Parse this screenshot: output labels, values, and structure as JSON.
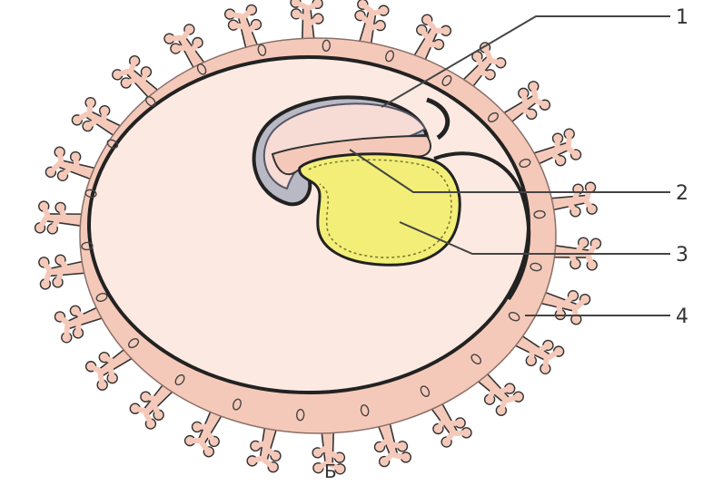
{
  "labels": [
    {
      "text": "1"
    },
    {
      "text": "2"
    },
    {
      "text": "3"
    },
    {
      "text": "4"
    }
  ],
  "caption": "Б",
  "colors": {
    "chorion": "#f5c9b9",
    "chorion_outline": "#333333",
    "cavity": "#fbe9e2",
    "amnion": "#c8c8d0",
    "yolk_sac": "#f2ee78",
    "leader": "#444444"
  }
}
